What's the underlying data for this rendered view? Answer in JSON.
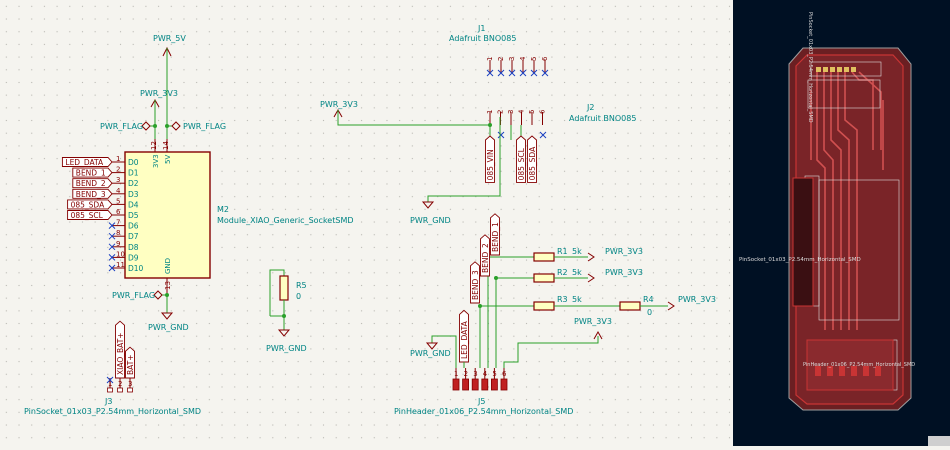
{
  "colors": {
    "wire": "#2aa02a",
    "pin": "#840000",
    "body_fill": "#ffffc2",
    "text": "#008484",
    "noconn": "#1a3fc0",
    "pcb_bg": "#001023",
    "copper": "#c83434",
    "silk": "#dcdcdc"
  },
  "power": {
    "pwr_5v": "PWR_5V",
    "pwr_3v3": "PWR_3V3",
    "pwr_flag": "PWR_FLAG",
    "pwr_gnd": "PWR_GND"
  },
  "m2": {
    "ref": "M2",
    "value": "Module_XIAO_Generic_SocketSMD",
    "pins_left": [
      {
        "num": "1",
        "name": "D0"
      },
      {
        "num": "2",
        "name": "D1"
      },
      {
        "num": "3",
        "name": "D2"
      },
      {
        "num": "4",
        "name": "D3"
      },
      {
        "num": "5",
        "name": "D4"
      },
      {
        "num": "6",
        "name": "D5"
      },
      {
        "num": "7",
        "name": "D6"
      },
      {
        "num": "8",
        "name": "D7"
      },
      {
        "num": "9",
        "name": "D8"
      },
      {
        "num": "10",
        "name": "D9"
      },
      {
        "num": "11",
        "name": "D10"
      }
    ],
    "pin_3v3": {
      "num": "12",
      "name": "3V3"
    },
    "pin_5v": {
      "num": "14",
      "name": "5V"
    },
    "pin_gnd": {
      "num": "13",
      "name": "GND"
    }
  },
  "m2_labels": [
    "LED_DATA",
    "BEND_1",
    "BEND_2",
    "BEND_3",
    "085_SDA",
    "085_SCL"
  ],
  "j1": {
    "ref": "J1",
    "value": "Adafruit BNO085",
    "pins": [
      "1",
      "2",
      "3",
      "4",
      "5",
      "6"
    ]
  },
  "j2": {
    "ref": "J2",
    "value": "Adafruit BNO085",
    "pins": [
      "1",
      "2",
      "3",
      "4",
      "5",
      "6"
    ],
    "labels": [
      "085_VIN",
      "085_SCL",
      "085_SDA"
    ]
  },
  "r5": {
    "ref": "R5",
    "value": "0"
  },
  "resistors": [
    {
      "ref": "R1",
      "value": "5k"
    },
    {
      "ref": "R2",
      "value": "5k"
    },
    {
      "ref": "R3",
      "value": "5k"
    },
    {
      "ref": "R4",
      "value": "0"
    }
  ],
  "j5": {
    "ref": "J5",
    "value": "PinHeader_01x06_P2.54mm_Horizontal_SMD",
    "pins": [
      "1",
      "2",
      "3",
      "4",
      "5",
      "6"
    ],
    "labels": [
      "BEND_3",
      "BEND_2",
      "BEND_1",
      "LED_DATA"
    ]
  },
  "j3": {
    "ref": "J3",
    "value": "PinSocket_01x03_P2.54mm_Horizontal_SMD",
    "pins": [
      "1",
      "2",
      "3"
    ],
    "labels": [
      "XIAO_BAT+",
      "BAT+"
    ]
  },
  "pcb": {
    "top_label": "PinSocket_01x03_P2.54mm_Horizontal_SMD",
    "mid_label": "PinSocket_01x03_P2.54mm_Horizontal_SMD",
    "bottom_label": "PinHeader_01x06_P2.54mm_Horizontal_SMD"
  }
}
